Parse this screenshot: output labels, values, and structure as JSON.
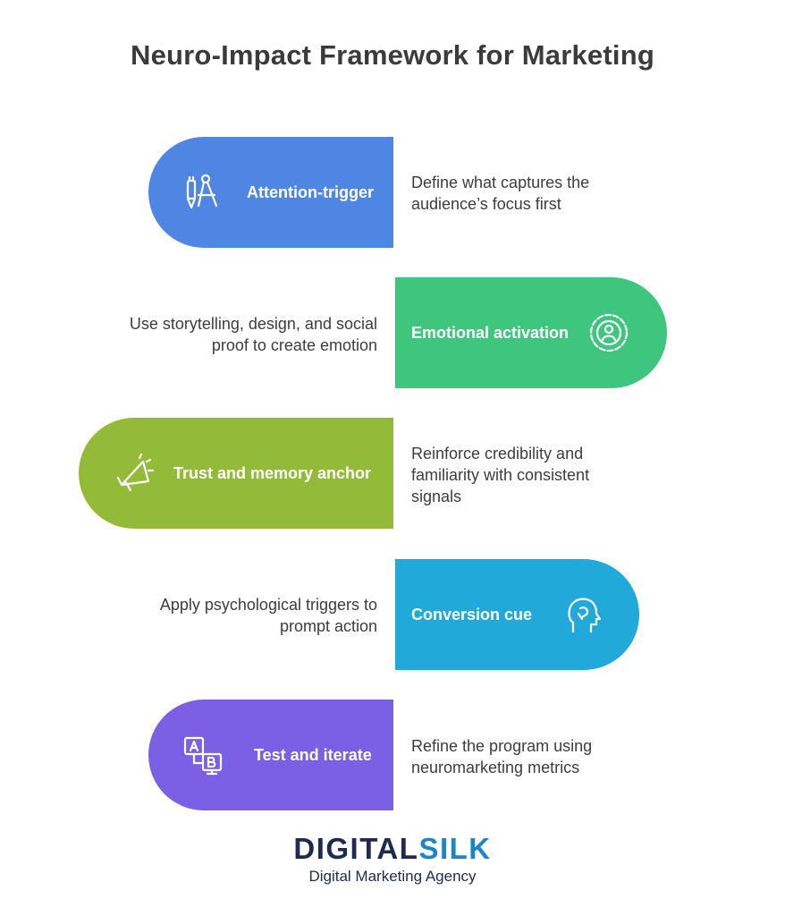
{
  "title": "Neuro-Impact Framework for Marketing",
  "steps": [
    {
      "label": "Attention-trigger",
      "description": "Define what captures the audience’s focus first",
      "color": "#4f86e4",
      "icon": "compass-pen-icon"
    },
    {
      "label": "Emotional activation",
      "description": "Use storytelling, design, and social proof to create emotion",
      "color": "#3ec57e",
      "icon": "person-target-icon"
    },
    {
      "label": "Trust and memory anchor",
      "description": "Reinforce credibility and familiarity with consistent signals",
      "color": "#93bb37",
      "icon": "megaphone-icon"
    },
    {
      "label": "Conversion cue",
      "description": "Apply psychological triggers to prompt action",
      "color": "#20a9d9",
      "icon": "head-brain-icon"
    },
    {
      "label": "Test and iterate",
      "description": "Refine the program using neuromarketing metrics",
      "color": "#7b5fe4",
      "icon": "ab-test-icon"
    }
  ],
  "logo": {
    "word_part1": "DIGITAL",
    "word_part2": "SILK",
    "tagline": "Digital Marketing Agency"
  }
}
